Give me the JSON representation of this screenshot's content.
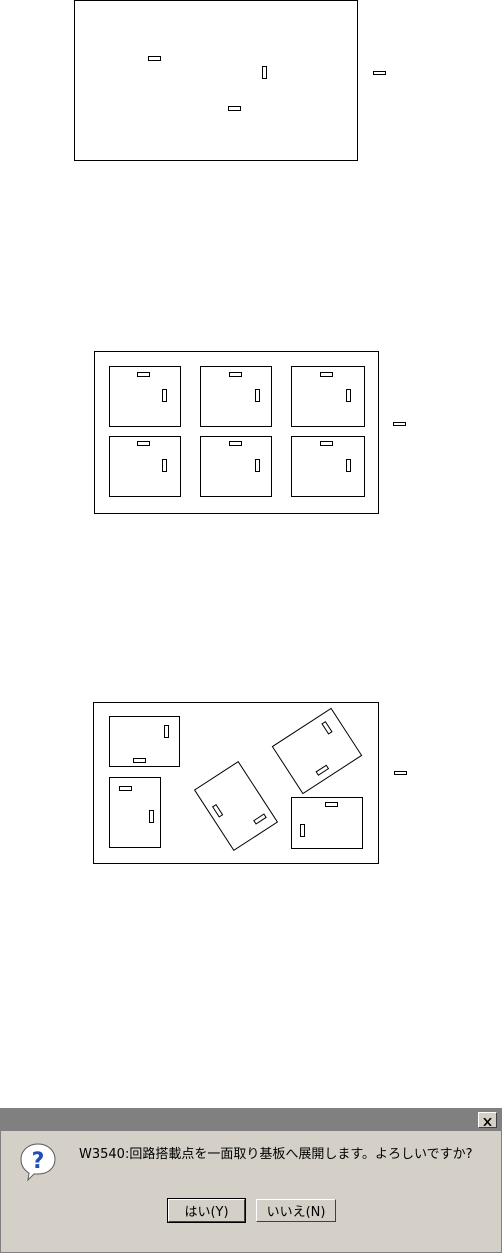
{
  "dialog": {
    "message": "W3540:回路搭載点を一面取り基板へ展開します。よろしいですか?",
    "yes_label": "はい(Y)",
    "no_label": "いいえ(N)",
    "icon": "question-icon",
    "close_icon": "close-icon"
  },
  "colors": {
    "titlebar": "#808080",
    "dialog_bg": "#d4d0c8",
    "icon_blue": "#1f4fb5"
  }
}
